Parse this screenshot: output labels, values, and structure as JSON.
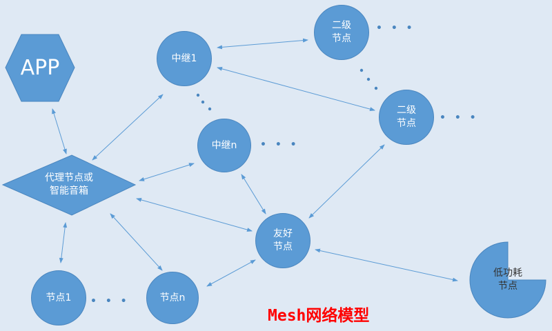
{
  "title": "Mesh网络模型",
  "nodes": {
    "app": "APP",
    "proxy_line1": "代理节点或",
    "proxy_line2": "智能音箱",
    "relay1": "中继1",
    "relayn": "中继n",
    "secondary_top_line1": "二级",
    "secondary_top_line2": "节点",
    "secondary_right_line1": "二级",
    "secondary_right_line2": "节点",
    "friend_line1": "友好",
    "friend_line2": "节点",
    "node1": "节点1",
    "noden": "节点n",
    "lowpower_line1": "低功耗",
    "lowpower_line2": "节点"
  },
  "ellipsis": "• • •",
  "colors": {
    "node": "#5b9bd5",
    "arrow": "#5b9bd5",
    "title": "#ff0000",
    "background": "#dfe9f4"
  }
}
